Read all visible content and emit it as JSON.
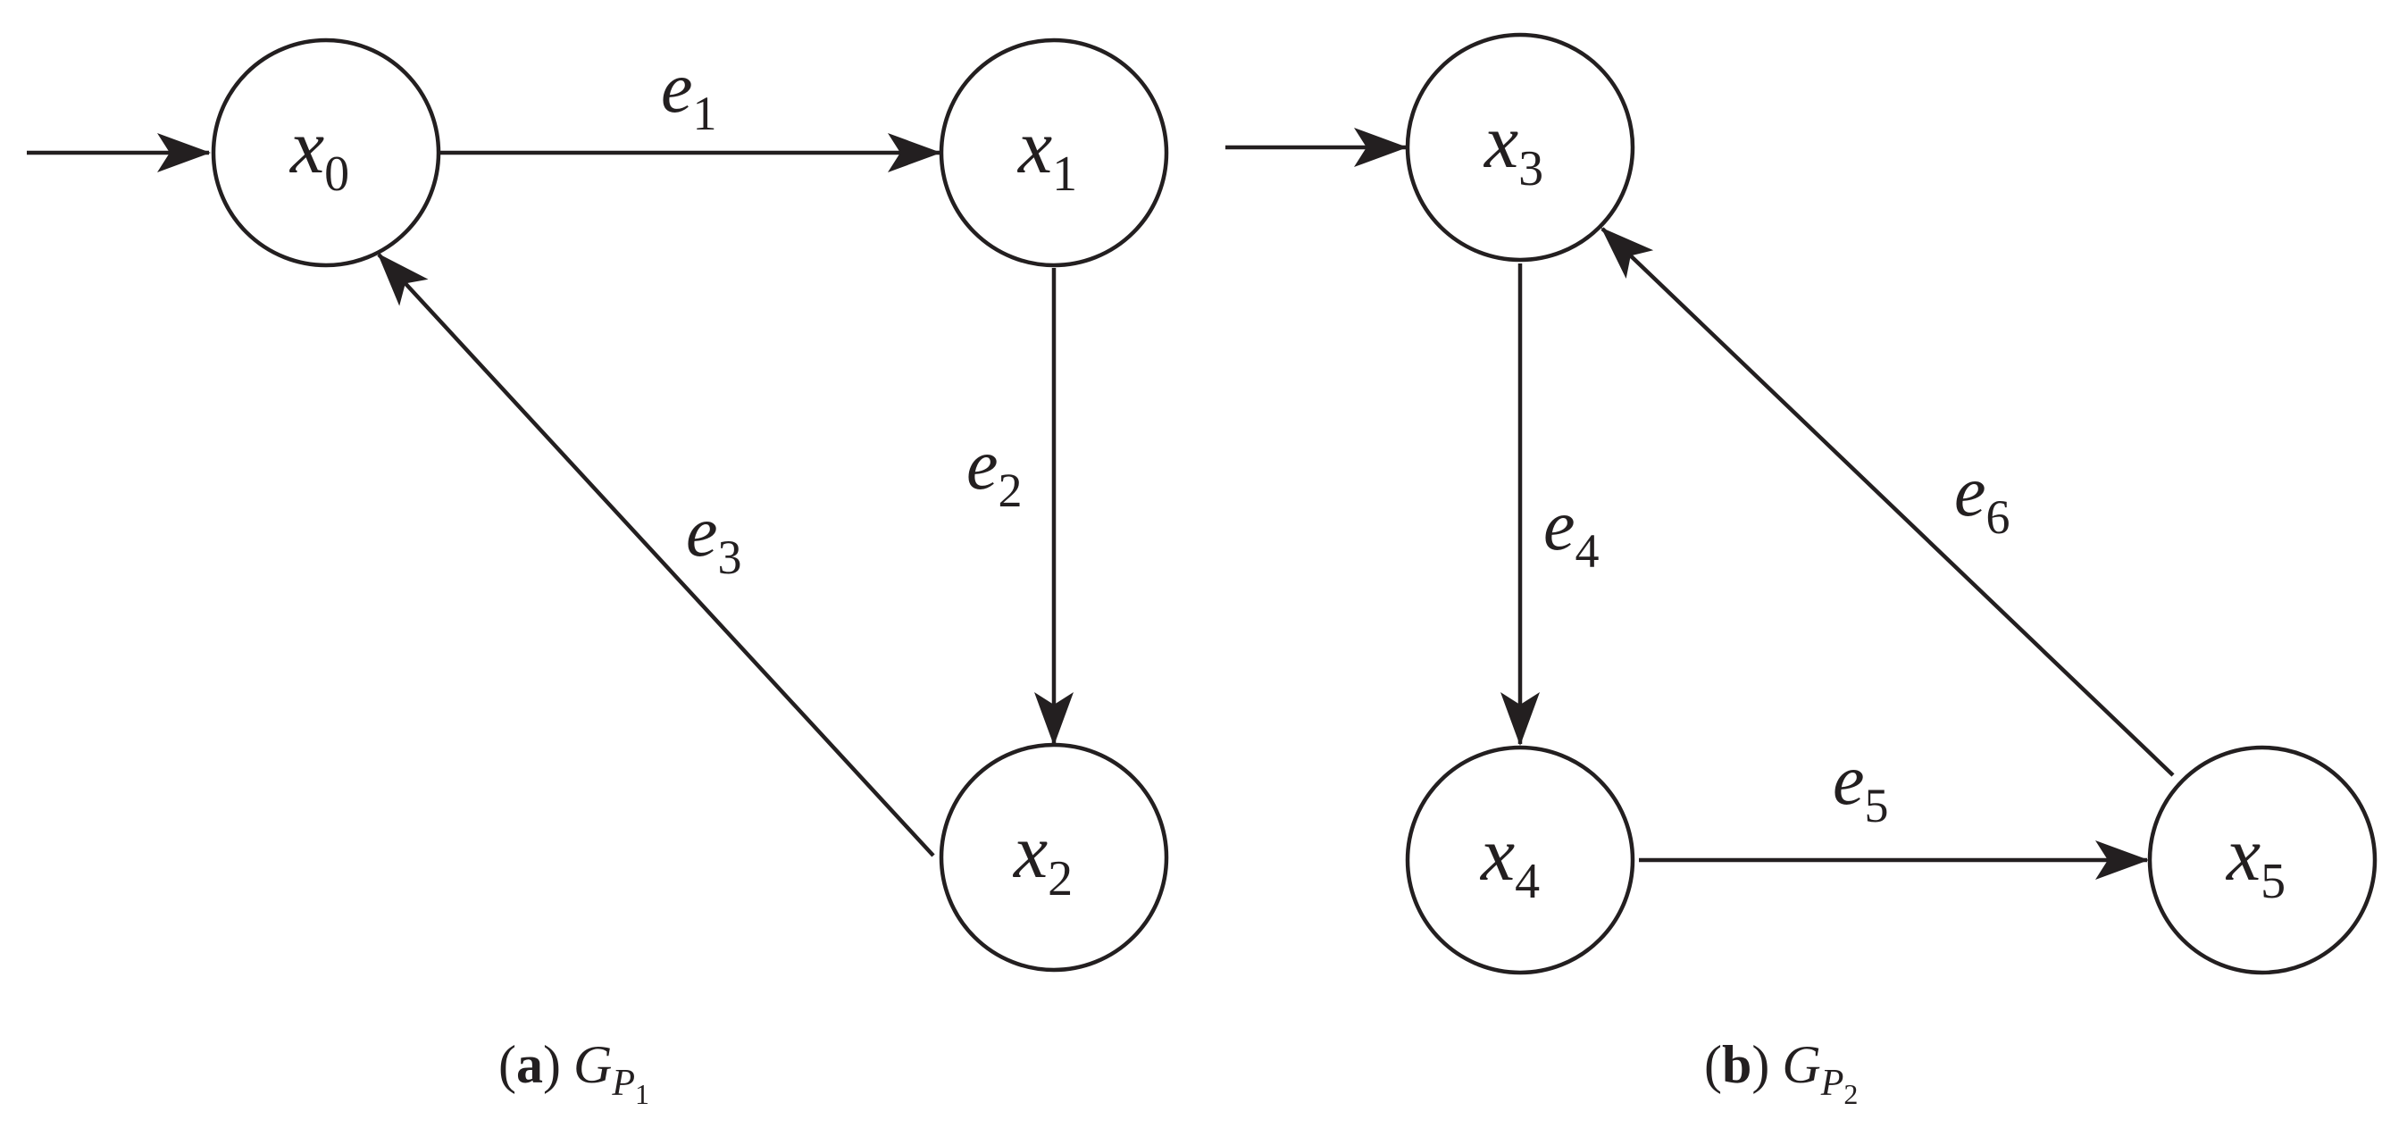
{
  "graphs": [
    {
      "caption": {
        "open": "(",
        "tag": "a",
        "close": ")",
        "symbol": "G",
        "sub": "P",
        "subsub": "1"
      },
      "nodes": [
        {
          "var": "x",
          "index": "0"
        },
        {
          "var": "x",
          "index": "1"
        },
        {
          "var": "x",
          "index": "2"
        }
      ],
      "edges": [
        {
          "var": "e",
          "index": "1"
        },
        {
          "var": "e",
          "index": "2"
        },
        {
          "var": "e",
          "index": "3"
        }
      ]
    },
    {
      "caption": {
        "open": "(",
        "tag": "b",
        "close": ")",
        "symbol": "G",
        "sub": "P",
        "subsub": "2"
      },
      "nodes": [
        {
          "var": "x",
          "index": "3"
        },
        {
          "var": "x",
          "index": "4"
        },
        {
          "var": "x",
          "index": "5"
        }
      ],
      "edges": [
        {
          "var": "e",
          "index": "4"
        },
        {
          "var": "e",
          "index": "5"
        },
        {
          "var": "e",
          "index": "6"
        }
      ]
    }
  ],
  "colors": {
    "ink": "#231f20",
    "background": "#ffffff"
  }
}
